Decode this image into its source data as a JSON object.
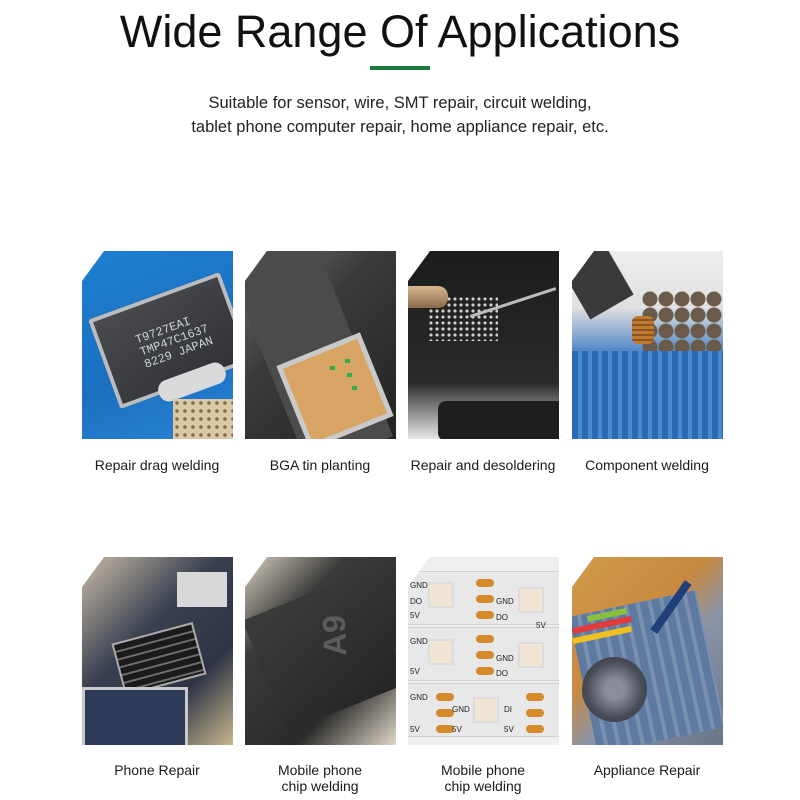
{
  "header": {
    "title": "Wide Range Of Applications",
    "accent_color": "#1f7a3d",
    "subtitle_lines": [
      "Suitable for sensor, wire, SMT repair, circuit welding,",
      "tablet phone computer repair, home appliance repair, etc."
    ]
  },
  "applications": [
    {
      "caption": "Repair drag welding",
      "image": "chip-on-blue-pcb-photo"
    },
    {
      "caption": "BGA tin planting",
      "image": "bga-chip-photo"
    },
    {
      "caption": "Repair and desoldering",
      "image": "bga-stencil-photo"
    },
    {
      "caption": "Component welding",
      "image": "flux-syringe-pcb-photo"
    },
    {
      "caption_lines": [
        "Phone Repair"
      ],
      "image": "phone-logic-board-photo"
    },
    {
      "caption_lines": [
        "Mobile phone",
        "chip welding"
      ],
      "image": "a9-chip-photo",
      "chip_label": "A9"
    },
    {
      "caption_lines": [
        "Mobile phone",
        "chip welding"
      ],
      "image": "led-strip-photo",
      "strip_labels": {
        "gnd": "GND",
        "do": "DO",
        "di": "DI",
        "v5": "5V"
      }
    },
    {
      "caption_lines": [
        "Appliance Repair"
      ],
      "image": "motherboard-soldering-photo"
    }
  ],
  "chip_markings": [
    "T9727EAI",
    "TMP47C1637",
    "8229 JAPAN"
  ]
}
